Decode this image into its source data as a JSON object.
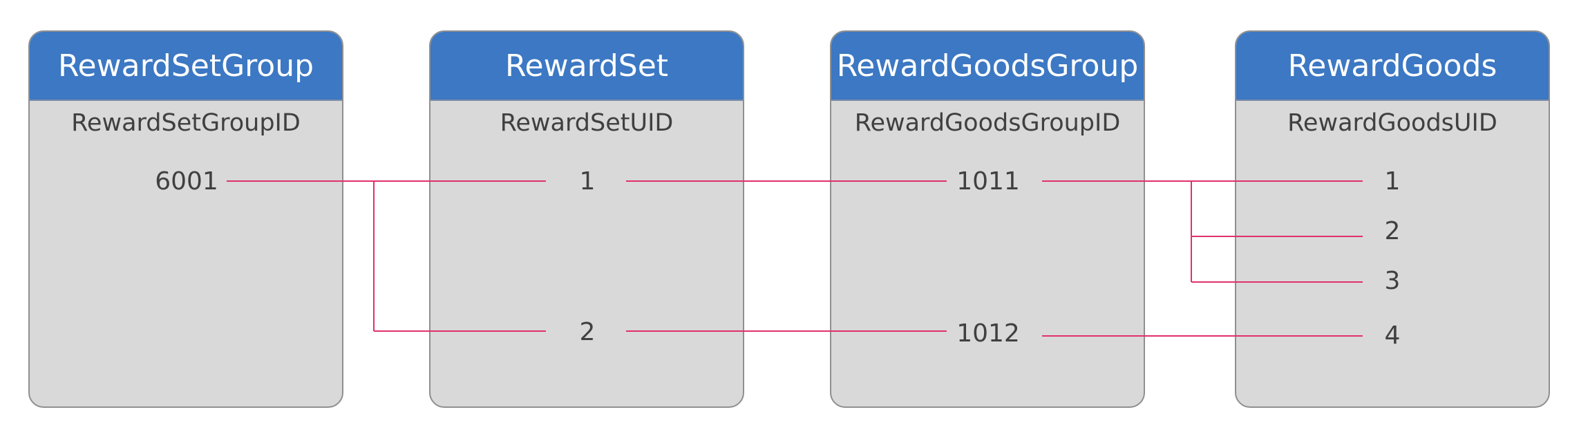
{
  "tables": [
    {
      "title": "RewardSetGroup",
      "key": "RewardSetGroupID",
      "values": [
        "6001"
      ]
    },
    {
      "title": "RewardSet",
      "key": "RewardSetUID",
      "values": [
        "1",
        "2"
      ]
    },
    {
      "title": "RewardGoodsGroup",
      "key": "RewardGoodsGroupID",
      "values": [
        "1011",
        "1012"
      ]
    },
    {
      "title": "RewardGoods",
      "key": "RewardGoodsUID",
      "values": [
        "1",
        "2",
        "3",
        "4"
      ]
    }
  ],
  "colors": {
    "header": "#3c78c3",
    "body": "#d9d9d9",
    "connector": "#e0306e",
    "text": "#404040"
  }
}
